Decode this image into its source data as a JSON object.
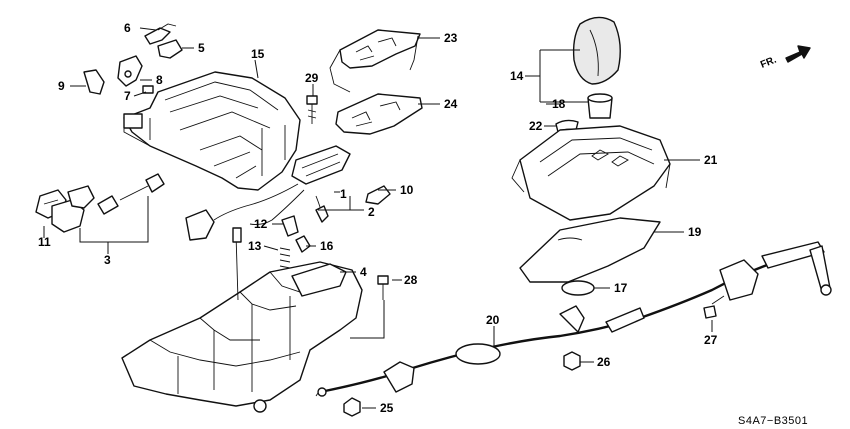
{
  "diagram_code": "S4A7−B3501",
  "direction_label": "FR.",
  "callouts": [
    {
      "id": "c1",
      "label": "1"
    },
    {
      "id": "c2",
      "label": "2"
    },
    {
      "id": "c3",
      "label": "3"
    },
    {
      "id": "c4",
      "label": "4"
    },
    {
      "id": "c5",
      "label": "5"
    },
    {
      "id": "c6",
      "label": "6"
    },
    {
      "id": "c7",
      "label": "7"
    },
    {
      "id": "c8",
      "label": "8"
    },
    {
      "id": "c9",
      "label": "9"
    },
    {
      "id": "c10",
      "label": "10"
    },
    {
      "id": "c11",
      "label": "11"
    },
    {
      "id": "c12",
      "label": "12"
    },
    {
      "id": "c13",
      "label": "13"
    },
    {
      "id": "c14",
      "label": "14"
    },
    {
      "id": "c15",
      "label": "15"
    },
    {
      "id": "c16",
      "label": "16"
    },
    {
      "id": "c17",
      "label": "17"
    },
    {
      "id": "c18",
      "label": "18"
    },
    {
      "id": "c19",
      "label": "19"
    },
    {
      "id": "c20",
      "label": "20"
    },
    {
      "id": "c21",
      "label": "21"
    },
    {
      "id": "c22",
      "label": "22"
    },
    {
      "id": "c23",
      "label": "23"
    },
    {
      "id": "c24",
      "label": "24"
    },
    {
      "id": "c25",
      "label": "25"
    },
    {
      "id": "c26",
      "label": "26"
    },
    {
      "id": "c27",
      "label": "27"
    },
    {
      "id": "c28",
      "label": "28"
    },
    {
      "id": "c29",
      "label": "29"
    }
  ]
}
